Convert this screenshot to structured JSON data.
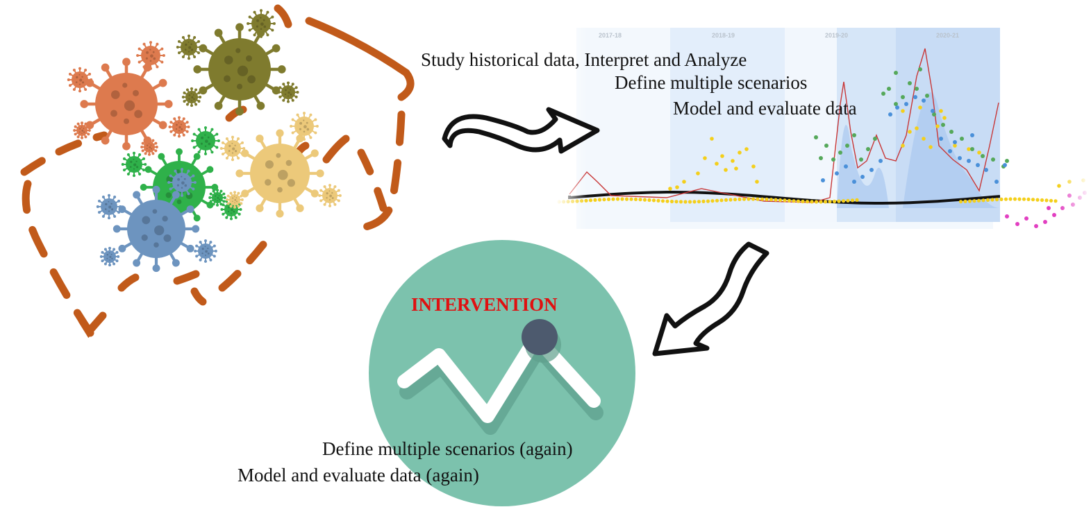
{
  "steps": {
    "step1": "Study historical data, Interpret and Analyze",
    "step2": "Define multiple scenarios",
    "step3": "Model and evaluate data",
    "step4": "Define multiple scenarios (again)",
    "step5": "Model and evaluate data (again)"
  },
  "intervention": {
    "title": "INTERVENTION"
  },
  "seasons": [
    "2017-18",
    "2018-19",
    "2019-20",
    "2020-21"
  ],
  "colors": {
    "virus_orange": "#dd7a4e",
    "virus_olive": "#7f7b2e",
    "virus_green": "#2fb14a",
    "virus_cream": "#ecc97a",
    "virus_blue": "#6d94bf",
    "dash_outline": "#c15a1a",
    "circle": "#7cc2ad",
    "knob": "#4d5a6e",
    "intervention_text": "#e01010",
    "points_yellow": "#f4cf1a",
    "points_blue": "#4a90d9",
    "points_green": "#55a85a",
    "points_pink": "#e23fc1",
    "curve_red": "#c83636",
    "curve_black": "#111111"
  },
  "icons": {
    "virus_cluster": "virus-cluster-icon",
    "arrow_right": "wavy-arrow-right-icon",
    "arrow_down": "wavy-arrow-down-icon",
    "trend": "zigzag-trend-icon"
  }
}
